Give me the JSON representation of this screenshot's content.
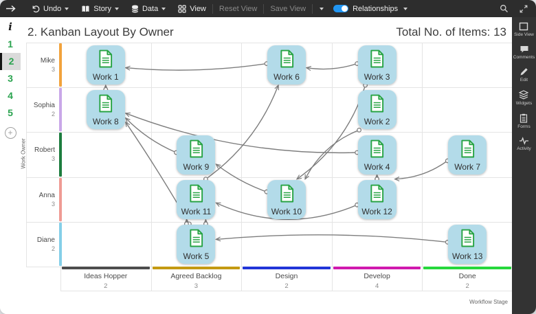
{
  "toolbar": {
    "back_icon": "arrow-right",
    "buttons": [
      {
        "label": "Undo",
        "icon": "undo-icon",
        "caret": true
      },
      {
        "label": "Story",
        "icon": "story-icon",
        "caret": true
      },
      {
        "label": "Data",
        "icon": "data-icon",
        "caret": true
      },
      {
        "label": "View",
        "icon": "view-icon",
        "caret": false
      }
    ],
    "disabled_buttons": [
      {
        "label": "Reset View"
      },
      {
        "label": "Save View"
      }
    ],
    "toggle": {
      "label": "Relationships",
      "on": true,
      "color": "#2196f3",
      "caret": true
    },
    "right_icons": [
      "search-icon",
      "expand-icon"
    ]
  },
  "left_sidebar": {
    "info_icon": "i",
    "pages": [
      "1",
      "2",
      "3",
      "4",
      "5"
    ],
    "selected_page": "2",
    "add_button": "+"
  },
  "right_sidebar": {
    "items": [
      {
        "label": "Side View",
        "icon": "side-view-icon"
      },
      {
        "label": "Comments",
        "icon": "comments-icon"
      },
      {
        "label": "Edit",
        "icon": "edit-icon"
      },
      {
        "label": "Widgets",
        "icon": "widgets-icon"
      },
      {
        "label": "Forms",
        "icon": "forms-icon"
      },
      {
        "label": "Activity",
        "icon": "activity-icon"
      }
    ]
  },
  "canvas": {
    "title": "2. Kanban Layout By Owner",
    "total_label": "Total No. of Items: 13",
    "y_axis_label": "Work Owner",
    "x_axis_label": "Workflow Stage",
    "card_color": "#b3dbe9",
    "doc_icon_color": "#27a343",
    "line_color": "#7d7d7d",
    "rows": [
      {
        "name": "Mike",
        "count": "3",
        "color": "#f2a33c"
      },
      {
        "name": "Sophia",
        "count": "2",
        "color": "#c9a7e8"
      },
      {
        "name": "Robert",
        "count": "3",
        "color": "#1d7d3f"
      },
      {
        "name": "Anna",
        "count": "3",
        "color": "#ef9b94"
      },
      {
        "name": "Diane",
        "count": "2",
        "color": "#85cfe8"
      }
    ],
    "columns": [
      {
        "name": "Ideas Hopper",
        "count": "2",
        "color": "#4d4d4d"
      },
      {
        "name": "Agreed Backlog",
        "count": "3",
        "color": "#c49a12"
      },
      {
        "name": "Design",
        "count": "2",
        "color": "#2135d8"
      },
      {
        "name": "Develop",
        "count": "4",
        "color": "#d019ae"
      },
      {
        "name": "Done",
        "count": "2",
        "color": "#27d83c"
      }
    ],
    "items": [
      {
        "label": "Work 1",
        "row": "Mike",
        "column": "Ideas Hopper"
      },
      {
        "label": "Work 6",
        "row": "Mike",
        "column": "Design"
      },
      {
        "label": "Work 3",
        "row": "Mike",
        "column": "Develop"
      },
      {
        "label": "Work 8",
        "row": "Sophia",
        "column": "Ideas Hopper"
      },
      {
        "label": "Work 2",
        "row": "Sophia",
        "column": "Develop"
      },
      {
        "label": "Work 9",
        "row": "Robert",
        "column": "Agreed Backlog"
      },
      {
        "label": "Work 4",
        "row": "Robert",
        "column": "Develop"
      },
      {
        "label": "Work 7",
        "row": "Robert",
        "column": "Done"
      },
      {
        "label": "Work 11",
        "row": "Anna",
        "column": "Agreed Backlog"
      },
      {
        "label": "Work 10",
        "row": "Anna",
        "column": "Design"
      },
      {
        "label": "Work 12",
        "row": "Anna",
        "column": "Develop"
      },
      {
        "label": "Work 5",
        "row": "Diane",
        "column": "Agreed Backlog"
      },
      {
        "label": "Work 13",
        "row": "Diane",
        "column": "Done"
      }
    ],
    "connections": [
      {
        "from": "Work 8",
        "fromSide": "top",
        "fromOffset": 0,
        "to": "Work 1",
        "toSide": "bottom",
        "toOffset": 0,
        "curve": 0
      },
      {
        "from": "Work 6",
        "fromSide": "left",
        "fromOffset": -2,
        "to": "Work 1",
        "toSide": "right",
        "toOffset": 4,
        "curve": -0.06
      },
      {
        "from": "Work 3",
        "fromSide": "left",
        "fromOffset": -2,
        "to": "Work 6",
        "toSide": "right",
        "toOffset": 4,
        "curve": -0.12
      },
      {
        "from": "Work 11",
        "fromSide": "top",
        "fromOffset": 14,
        "to": "Work 6",
        "toSide": "bottom",
        "toOffset": -12,
        "curve": 0.15
      },
      {
        "from": "Work 4",
        "fromSide": "left",
        "fromOffset": -3,
        "to": "Work 8",
        "toSide": "right",
        "toOffset": 5,
        "curve": -0.1
      },
      {
        "from": "Work 9",
        "fromSide": "left",
        "fromOffset": -3,
        "to": "Work 8",
        "toSide": "right",
        "toOffset": 12,
        "curve": -0.1
      },
      {
        "from": "Work 5",
        "fromSide": "top",
        "fromOffset": -10,
        "to": "Work 8",
        "toSide": "right",
        "toOffset": 18,
        "curve": 0.02
      },
      {
        "from": "Work 10",
        "fromSide": "left",
        "fromOffset": -11,
        "to": "Work 9",
        "toSide": "right",
        "toOffset": 14,
        "curve": -0.08
      },
      {
        "from": "Work 12",
        "fromSide": "left",
        "fromOffset": 8,
        "to": "Work 11",
        "toSide": "right",
        "toOffset": 5,
        "curve": -0.22
      },
      {
        "from": "Work 5",
        "fromSide": "top",
        "fromOffset": -14,
        "to": "Work 11",
        "toSide": "bottom",
        "toOffset": -14,
        "curve": 0
      },
      {
        "from": "Work 5",
        "fromSide": "top",
        "fromOffset": 14,
        "to": "Work 11",
        "toSide": "bottom",
        "toOffset": 14,
        "curve": 0
      },
      {
        "from": "Work 13",
        "fromSide": "left",
        "fromOffset": -3,
        "to": "Work 5",
        "toSide": "right",
        "toOffset": -7,
        "curve": 0.05
      },
      {
        "from": "Work 7",
        "fromSide": "left",
        "fromOffset": 9,
        "to": "Work 12",
        "toSide": "top",
        "toOffset": 26,
        "curve": -0.15
      },
      {
        "from": "Work 12",
        "fromSide": "top",
        "fromOffset": 0,
        "to": "Work 4",
        "toSide": "bottom",
        "toOffset": 0,
        "curve": 0
      },
      {
        "from": "Work 3",
        "fromSide": "bottom",
        "fromOffset": -17,
        "to": "Work 10",
        "toSide": "top",
        "toOffset": 15,
        "curve": -0.17
      },
      {
        "from": "Work 2",
        "fromSide": "bottom",
        "fromOffset": -26,
        "to": "Work 10",
        "toSide": "top",
        "toOffset": 27,
        "curve": 0.19
      }
    ]
  }
}
